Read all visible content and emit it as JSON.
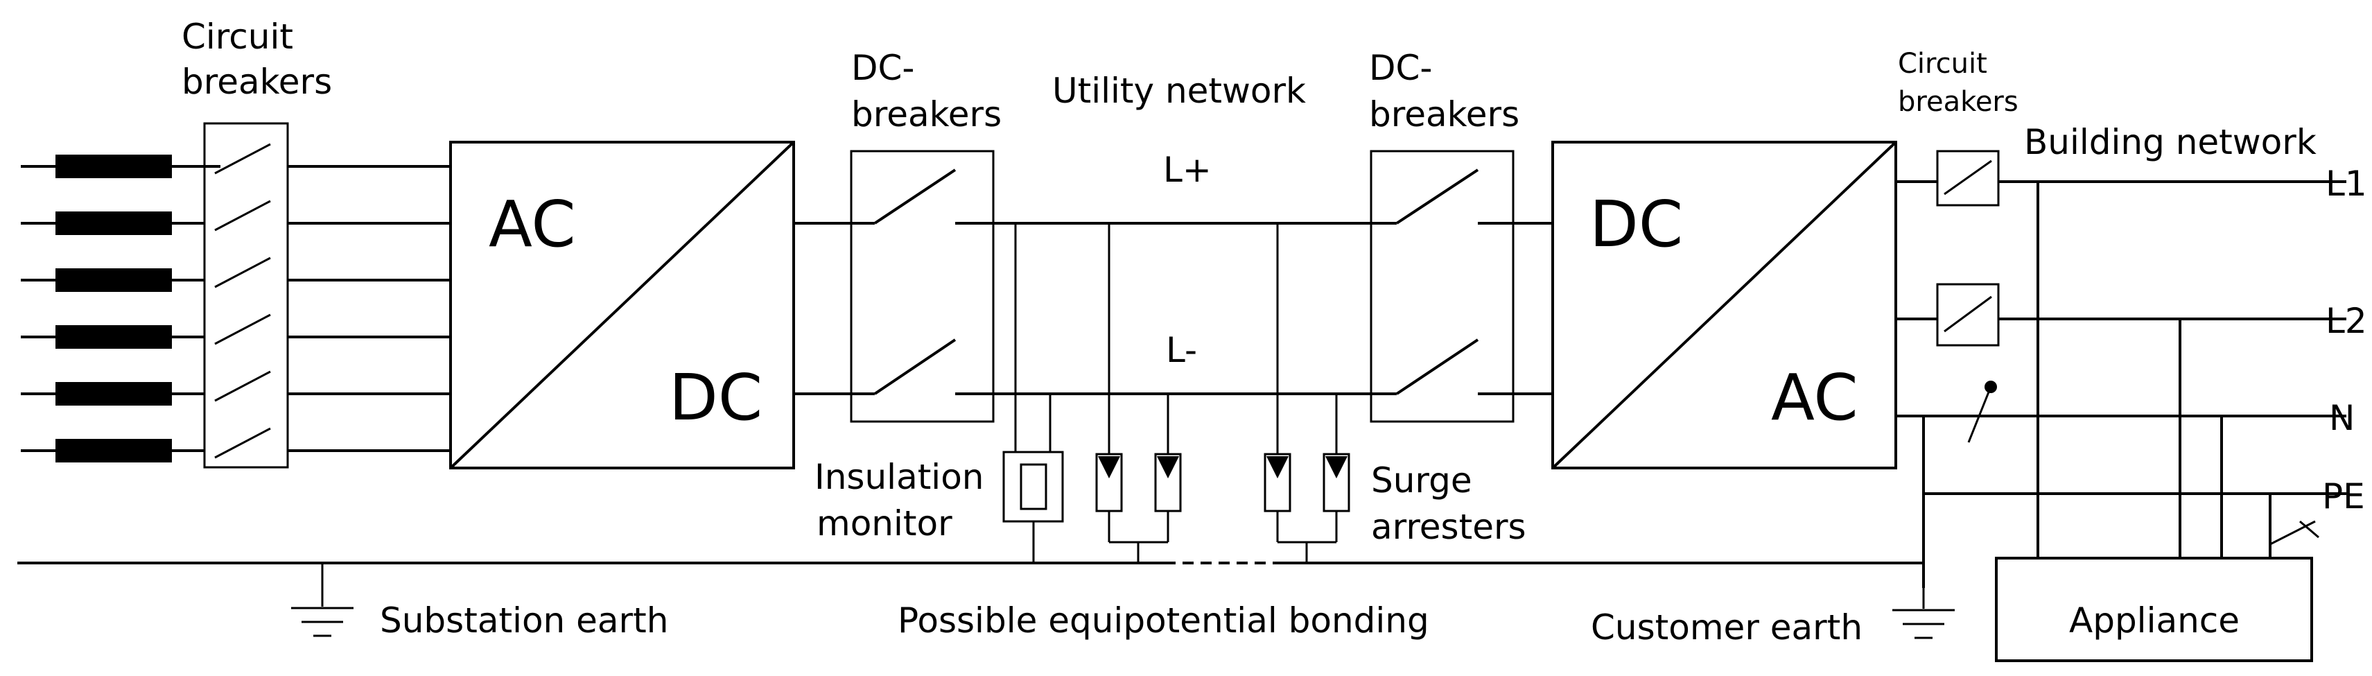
{
  "labels": {
    "circuit_breakers_left_1": "Circuit",
    "circuit_breakers_left_2": "breakers",
    "ac_left": "AC",
    "dc_left": "DC",
    "dc_breakers_left_1": "DC-",
    "dc_breakers_left_2": "breakers",
    "utility_network": "Utility network",
    "l_plus": "L+",
    "l_minus": "L-",
    "dc_breakers_right_1": "DC-",
    "dc_breakers_right_2": "breakers",
    "dc_right": "DC",
    "ac_right": "AC",
    "circuit_breakers_right_1": "Circuit",
    "circuit_breakers_right_2": "breakers",
    "building_network": "Building network",
    "line_l1": "L1",
    "line_l2": "L2",
    "line_n": "N",
    "line_pe": "PE",
    "insulation_monitor_1": "Insulation",
    "insulation_monitor_2": "monitor",
    "surge_arresters_1": "Surge",
    "surge_arresters_2": "arresters",
    "substation_earth": "Substation earth",
    "equipotential_bonding": "Possible equipotential bonding",
    "customer_earth": "Customer earth",
    "appliance": "Appliance"
  }
}
